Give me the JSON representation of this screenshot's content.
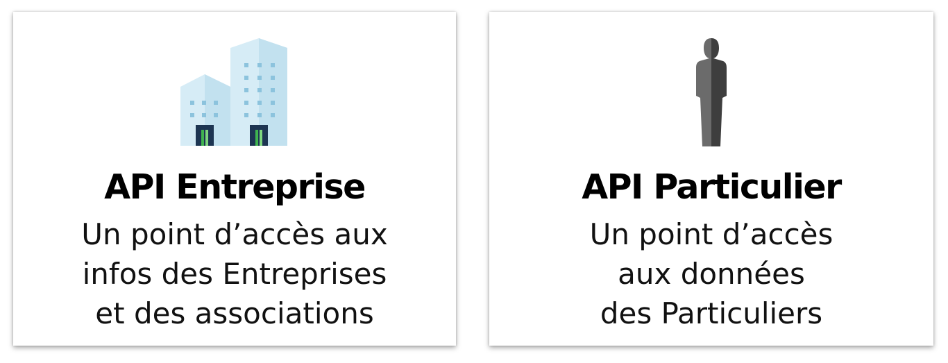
{
  "cards": [
    {
      "icon": "buildings-icon",
      "title": "API Entreprise",
      "description_lines": [
        "Un point d’accès aux",
        "infos des Entreprises",
        "et des associations"
      ]
    },
    {
      "icon": "person-silhouette-icon",
      "title": "API Particulier",
      "description_lines": [
        "Un point d’accès",
        "aux données",
        "des Particuliers"
      ]
    }
  ],
  "colors": {
    "building_light": "#d6ecf6",
    "building_mid": "#b8dcec",
    "building_window": "#8cc3dd",
    "door_dark": "#1d3552",
    "door_green": "#3fb34f",
    "person_light": "#6b6b6b",
    "person_dark": "#3e3e3e"
  }
}
